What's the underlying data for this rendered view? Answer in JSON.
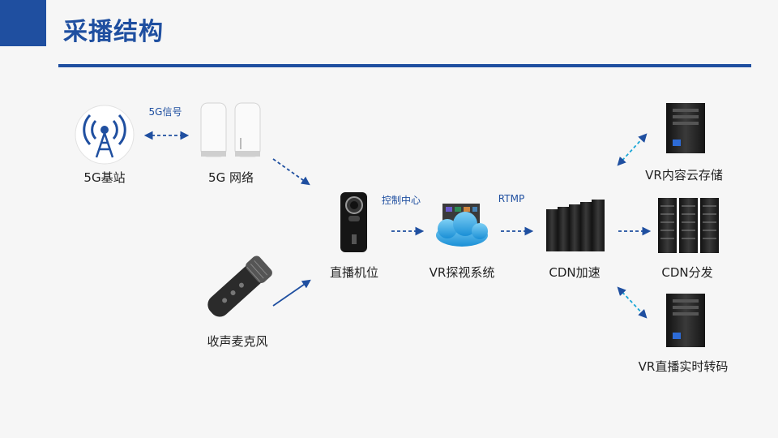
{
  "header": {
    "title": "采播结构"
  },
  "nodes": {
    "tower": "5G基站",
    "router": "5G 网络",
    "mic": "收声麦克风",
    "camera": "直播机位",
    "vr_system": "VR探视系统",
    "cdn_accel": "CDN加速",
    "storage": "VR内容云存储",
    "cdn_dist": "CDN分发",
    "transcode": "VR直播实时转码"
  },
  "edges": {
    "signal": "5G信号",
    "control": "控制中心",
    "rtmp": "RTMP"
  },
  "colors": {
    "accent": "#1f4fa0",
    "arrow": "#1f4fa0",
    "background": "#f6f6f6"
  }
}
